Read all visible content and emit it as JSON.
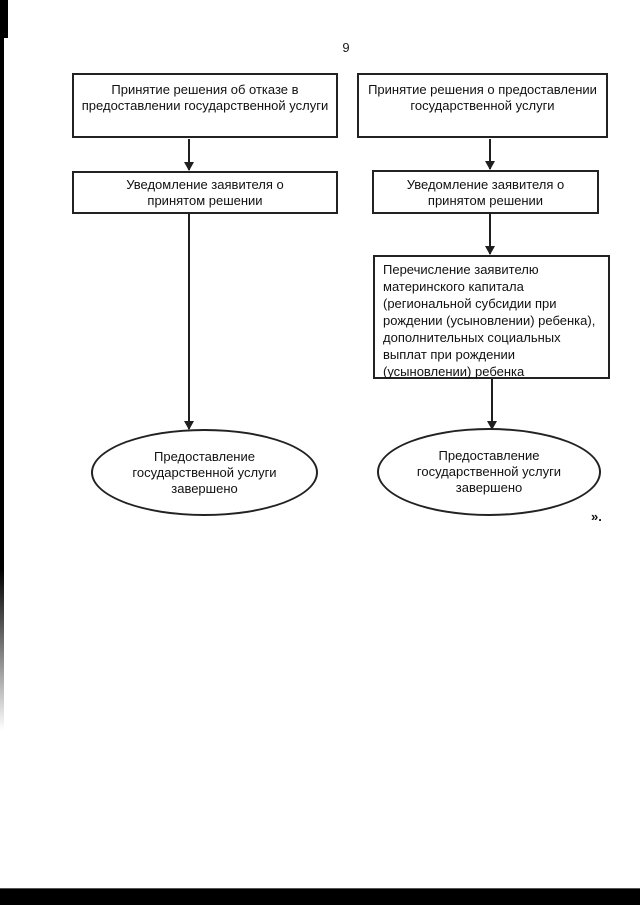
{
  "page": {
    "number": "9",
    "closing_mark": "»."
  },
  "colors": {
    "ink": "#1a1a1a",
    "paper": "#ffffff",
    "scan_artifact": "#000000"
  },
  "flowchart": {
    "left_branch": {
      "step1": "Принятие решения об отказе в\nпредоставлении государственной услуги",
      "step2": "Уведомление заявителя о\nпринятом решении",
      "terminal": "Предоставление\nгосударственной услуги\nзавершено"
    },
    "right_branch": {
      "step1": "Принятие решения о предоставлении\nгосударственной услуги",
      "step2": "Уведомление заявителя о\nпринятом решении",
      "step3": "Перечисление заявителю\nматеринского капитала\n(региональной субсидии при\nрождении (усыновлении) ребенка),\nдополнительных социальных\nвыплат при рождении\n(усыновлении) ребенка",
      "terminal": "Предоставление\nгосударственной услуги\nзавершено"
    }
  }
}
